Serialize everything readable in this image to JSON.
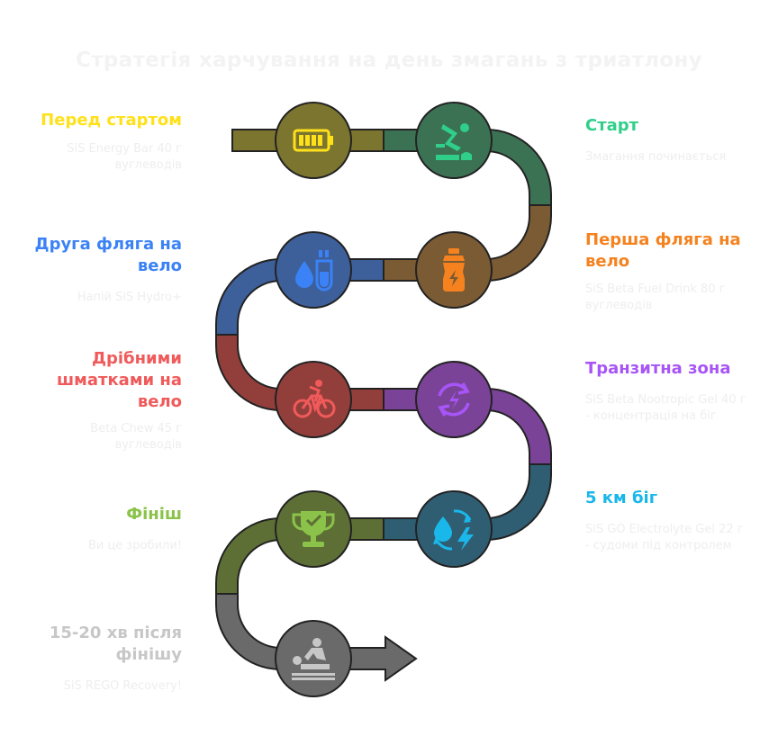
{
  "title": "Стратегія харчування на день змагань з триатлону",
  "steps": [
    {
      "label": "Перед стартом",
      "desc": "SiS Energy Bar 40 г вуглеводів",
      "color": "#FFE11A",
      "fill": "#7C7530",
      "icon": "battery-icon"
    },
    {
      "label": "Старт",
      "desc": "Змагання починається",
      "color": "#2FCF8A",
      "fill": "#3C7254",
      "icon": "swimmer-icon"
    },
    {
      "label": "Перша фляга на вело",
      "desc": "SiS Beta Fuel Drink 80 г вуглеводів",
      "color": "#F5821F",
      "fill": "#7B5B33",
      "icon": "bottle-icon"
    },
    {
      "label": "Друга фляга на вело",
      "desc": "Напій SiS Hydro+",
      "color": "#3B82F6",
      "fill": "#3D5F9A",
      "icon": "drop-tube-icon"
    },
    {
      "label": "Дрібними шматками на вело",
      "desc": "Beta Chew 45 г вуглеводів",
      "color": "#F05A5A",
      "fill": "#923F3C",
      "icon": "cyclist-icon"
    },
    {
      "label": "Транзитна зона",
      "desc": "SiS Beta Nootropic Gel 40 г - концентрація на біг",
      "color": "#A855F7",
      "fill": "#7A4397",
      "icon": "refresh-bolt-icon"
    },
    {
      "label": "5 км біг",
      "desc": "SiS GO Electrolyte Gel 22 г - судоми під контролем",
      "color": "#1AB7EA",
      "fill": "#2F5E73",
      "icon": "electrolyte-icon"
    },
    {
      "label": "Фініш",
      "desc": "Ви це зробили!",
      "color": "#8BC34A",
      "fill": "#5D6F35",
      "icon": "trophy-icon"
    },
    {
      "label": "15-20 хв після фінішу",
      "desc": "SiS REGO Recovery!",
      "color": "#C7C7C7",
      "fill": "#6A6A6A",
      "icon": "massage-icon"
    }
  ]
}
